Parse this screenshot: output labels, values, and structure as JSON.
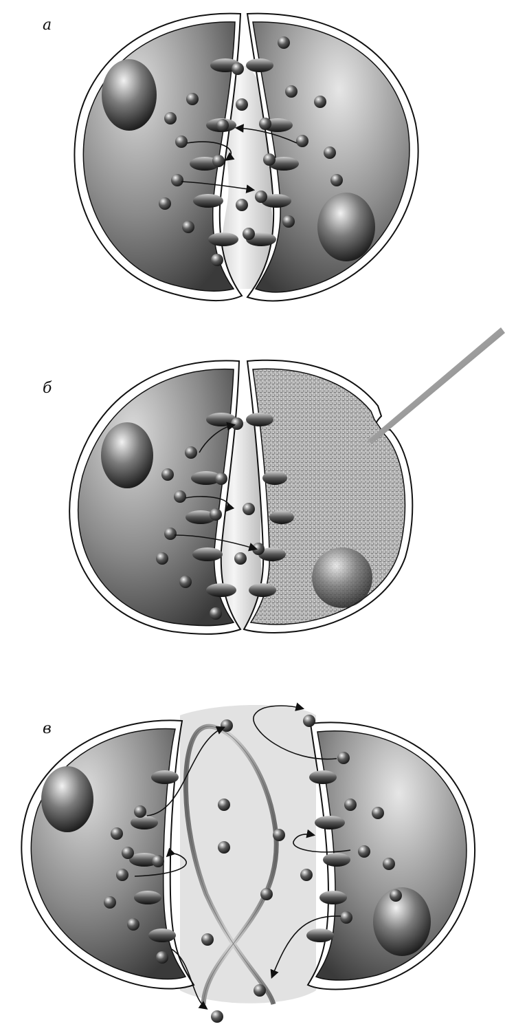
{
  "panels": [
    {
      "label": "а",
      "state": "two cells joined by junctions"
    },
    {
      "label": "б",
      "state": "right cell pierced by a needle"
    },
    {
      "label": "в",
      "state": "cells separated by fibers"
    }
  ],
  "colors": {
    "cell_body": "#8c8c8c",
    "cell_highlight": "#e4e4e4",
    "cell_shadow": "#3c3c3c",
    "nucleus_dark": "#1e1e1e",
    "gap": "#d8d8d8",
    "background": "#ffffff",
    "outline": "#111111"
  },
  "icons": [
    "junction-icon",
    "particle-icon",
    "needle-icon",
    "nucleus-icon",
    "fiber-icon",
    "arrow-icon"
  ]
}
